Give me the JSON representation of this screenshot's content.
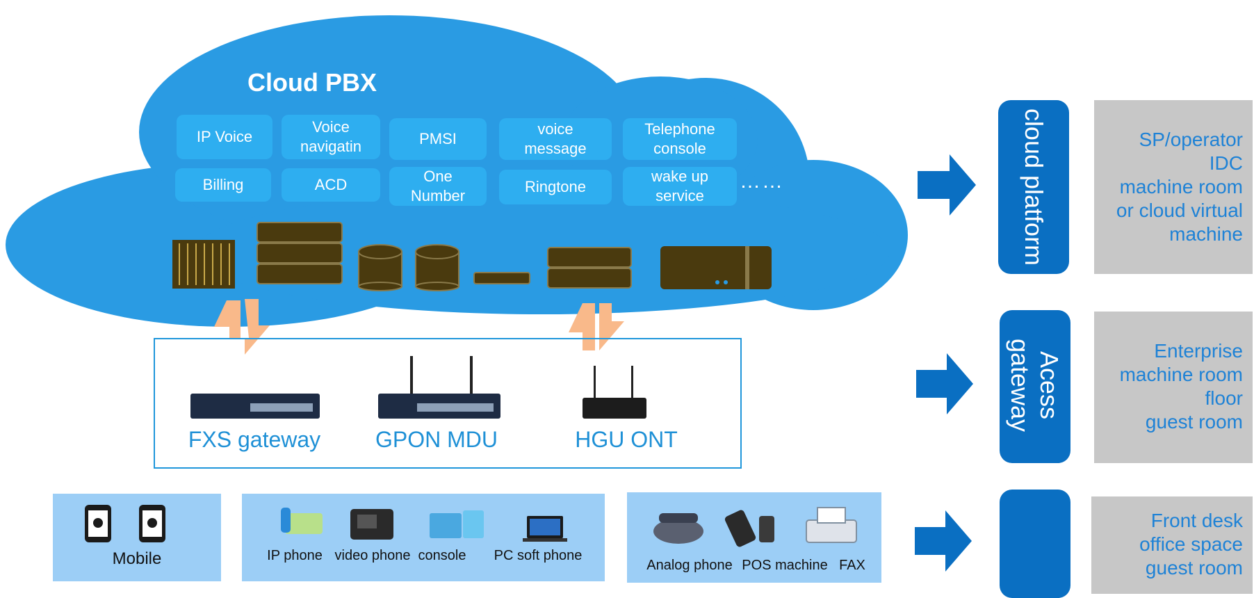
{
  "cloud": {
    "title": "Cloud PBX",
    "services": [
      {
        "label": "IP Voice"
      },
      {
        "label": "Voice navigatin"
      },
      {
        "label": "PMSI"
      },
      {
        "label": "voice message"
      },
      {
        "label": "Telephone console"
      },
      {
        "label": "Billing"
      },
      {
        "label": "ACD"
      },
      {
        "label": "One Number"
      },
      {
        "label": "Ringtone"
      },
      {
        "label": "wake up service"
      }
    ],
    "more": "……",
    "hardware_icons": [
      "rack-icon",
      "server-stack-icon",
      "database-icon",
      "database-icon",
      "switch-icon",
      "server-icon",
      "storage-box-icon"
    ]
  },
  "gateways": [
    {
      "label": "FXS gateway",
      "icon": "fxs-gateway-icon"
    },
    {
      "label": "GPON MDU",
      "icon": "gpon-mdu-icon"
    },
    {
      "label": "HGU ONT",
      "icon": "hgu-ont-icon"
    }
  ],
  "terminals": {
    "mobile": {
      "label": "Mobile",
      "icons": [
        "android-phone-icon",
        "apple-phone-icon"
      ]
    },
    "ip_group": [
      {
        "label": "IP phone",
        "icon": "ip-phone-icon"
      },
      {
        "label": "video phone",
        "icon": "video-phone-icon"
      },
      {
        "label": "console",
        "icon": "console-icon"
      },
      {
        "label": "PC soft phone",
        "icon": "laptop-icon"
      }
    ],
    "analog_group": [
      {
        "label": "Analog phone",
        "icon": "analog-phone-icon"
      },
      {
        "label": "POS machine",
        "icon": "pos-machine-icon"
      },
      {
        "label": "FAX",
        "icon": "fax-icon"
      }
    ]
  },
  "layers": [
    {
      "pill": "cloud platform",
      "location_lines": [
        "SP/operator",
        "IDC",
        "machine room",
        "or cloud virtual",
        "machine"
      ]
    },
    {
      "pill_lines": [
        "Acess",
        "gateway"
      ],
      "location_lines": [
        "Enterprise",
        "machine room",
        "floor",
        "guest room"
      ]
    },
    {
      "pill": "",
      "location_lines": [
        "Front desk",
        "office space",
        "guest room"
      ]
    }
  ],
  "colors": {
    "cloud": "#2a9be3",
    "service_box": "#2eaef0",
    "hardware": "#4a3a0e",
    "gateway_border": "#1e96db",
    "gateway_text": "#1e90d6",
    "terminal_box": "#9ccef6",
    "pill": "#0a6fc2",
    "location_box": "#c7c7c7",
    "location_text": "#1e82d6",
    "arrow_orange": "#f9b98a"
  }
}
